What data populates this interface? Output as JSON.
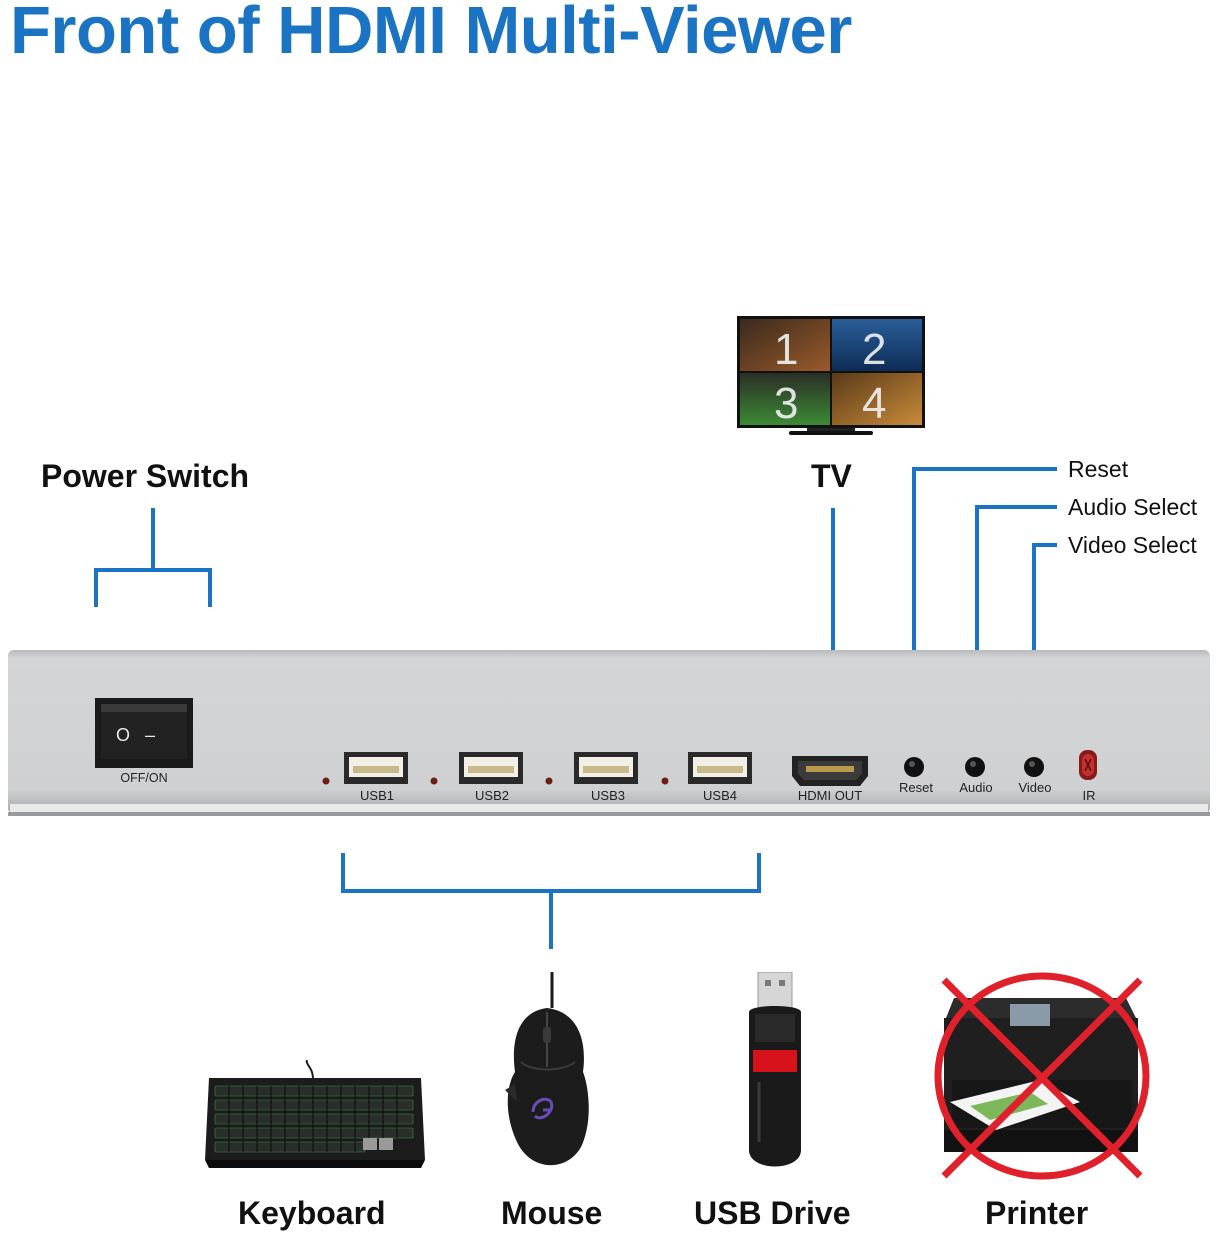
{
  "title": "Front of HDMI Multi-Viewer",
  "callouts": {
    "power_switch": "Power Switch",
    "tv": "TV",
    "reset": "Reset",
    "audio_select": "Audio Select",
    "video_select": "Video Select"
  },
  "device": {
    "switch_label": "OFF/ON",
    "switch_off_symbol": "O",
    "switch_on_symbol": "–",
    "ports": [
      "USB1",
      "USB2",
      "USB3",
      "USB4"
    ],
    "hdmi_label": "HDMI OUT",
    "buttons": [
      "Reset",
      "Audio",
      "Video"
    ],
    "ir_label": "IR"
  },
  "tv_screen": {
    "quadrants": [
      "1",
      "2",
      "3",
      "4"
    ]
  },
  "peripherals": [
    {
      "label": "Keyboard",
      "supported": true
    },
    {
      "label": "Mouse",
      "supported": true
    },
    {
      "label": "USB Drive",
      "supported": true
    },
    {
      "label": "Printer",
      "supported": false
    }
  ],
  "colors": {
    "accent": "#1b74c3",
    "device_body": "#c9cacc",
    "cross": "#e0202a"
  }
}
